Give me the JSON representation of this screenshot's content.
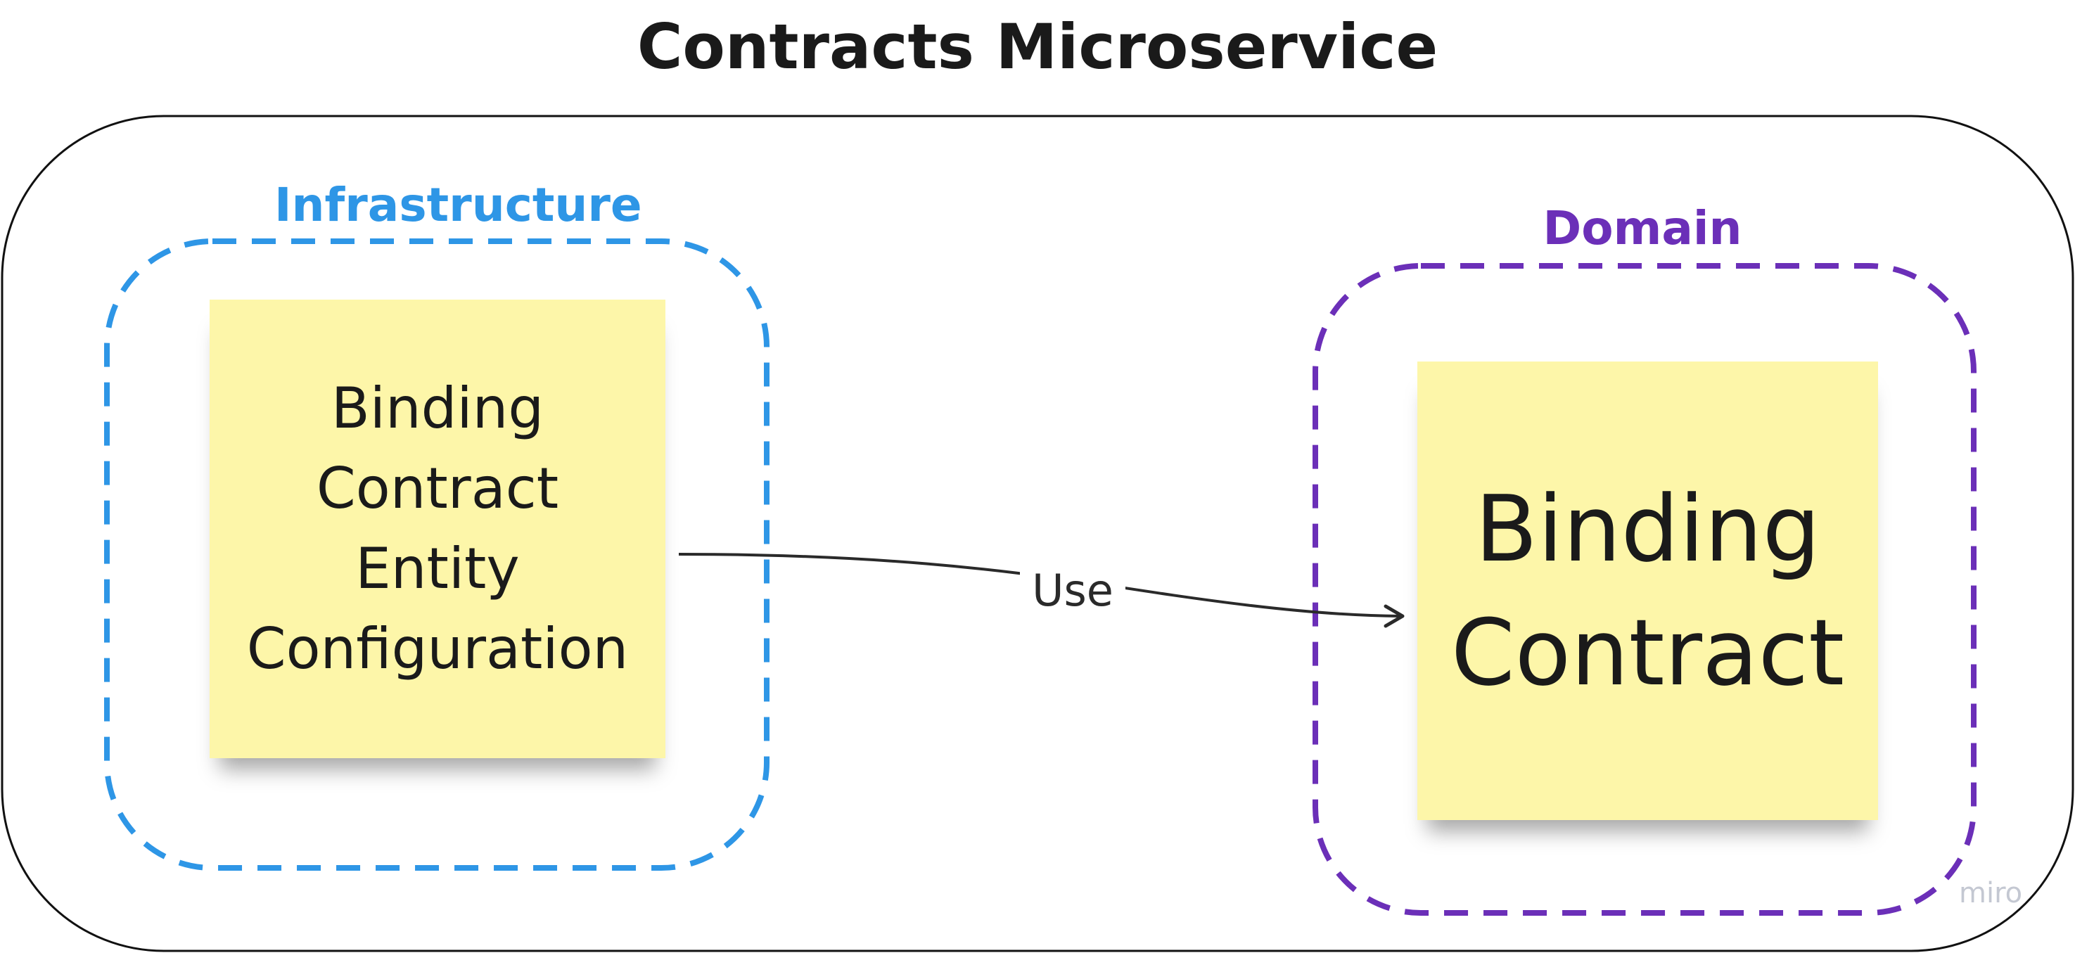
{
  "title": "Contracts Microservice",
  "groups": {
    "infrastructure": {
      "label": "Infrastructure",
      "color": "#2e96e6"
    },
    "domain": {
      "label": "Domain",
      "color": "#6b2fb8"
    }
  },
  "notes": {
    "infrastructure_note": {
      "lines": [
        "Binding",
        "Contract",
        "Entity",
        "Configuration"
      ],
      "color": "#fdf6a9"
    },
    "domain_note": {
      "lines": [
        "Binding",
        "Contract"
      ],
      "color": "#fdf6a9"
    }
  },
  "connector": {
    "label": "Use",
    "from": "infrastructure_note",
    "to": "domain_note",
    "color": "#2a2a2a"
  },
  "watermark": "miro"
}
